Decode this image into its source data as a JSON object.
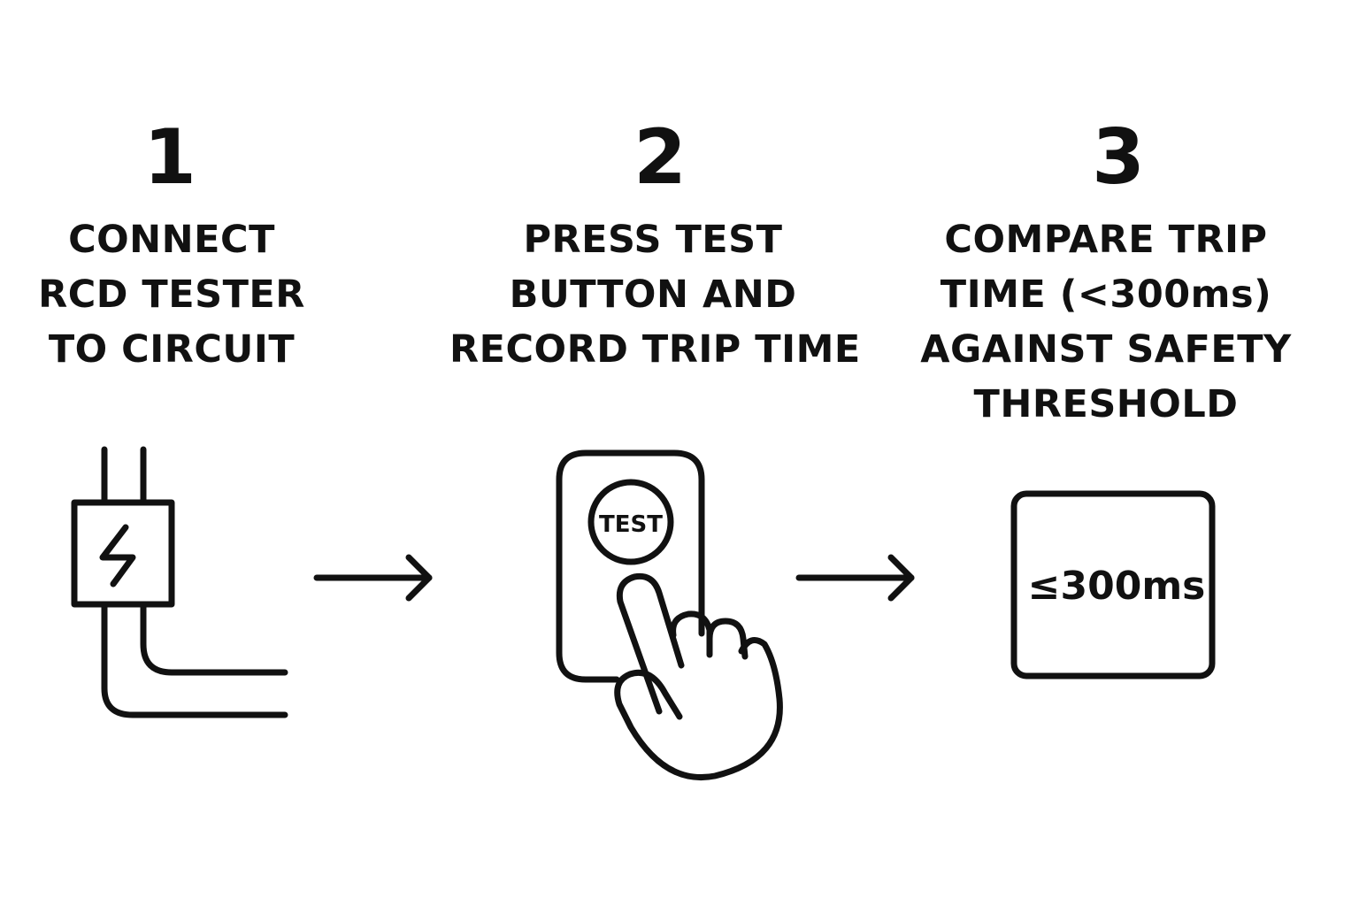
{
  "steps": [
    {
      "number": "1",
      "lines": [
        "CONNECT",
        "RCD TESTER",
        "TO CIRCUIT"
      ],
      "icon": "rcd-plug-icon"
    },
    {
      "number": "2",
      "lines": [
        "PRESS TEST",
        "BUTTON AND",
        "RECORD TRIP TIME"
      ],
      "icon": "hand-pressing-button-icon",
      "button_label": "TEST"
    },
    {
      "number": "3",
      "lines": [
        "COMPARE TRIP",
        "TIME (<300ms)",
        "AGAINST SAFETY",
        "THRESHOLD"
      ],
      "icon": "display-readout-icon",
      "readout": "≤300ms"
    }
  ],
  "connectors": [
    "arrow-right-icon",
    "arrow-right-icon"
  ],
  "colors": {
    "ink": "#111111",
    "background": "#ffffff"
  }
}
